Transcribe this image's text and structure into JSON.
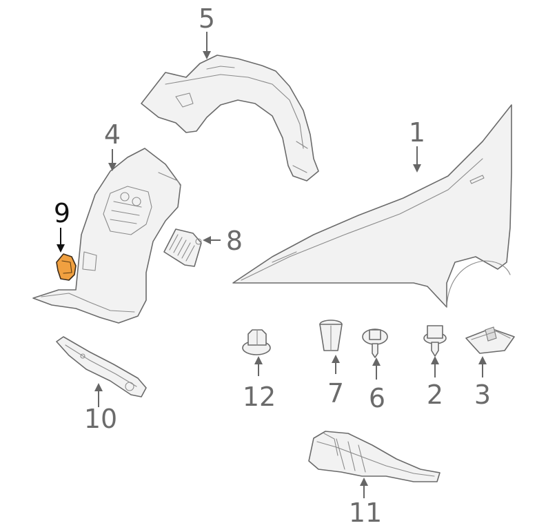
{
  "callouts": {
    "c1": "1",
    "c2": "2",
    "c3": "3",
    "c4": "4",
    "c5": "5",
    "c6": "6",
    "c7": "7",
    "c8": "8",
    "c9": "9",
    "c10": "10",
    "c11": "11",
    "c12": "12"
  },
  "colors": {
    "highlight_part": "#f0a040",
    "callout_text": "#6b6b6b",
    "callout_highlighted_text": "#111111",
    "line_art": "#6a6a6a"
  }
}
